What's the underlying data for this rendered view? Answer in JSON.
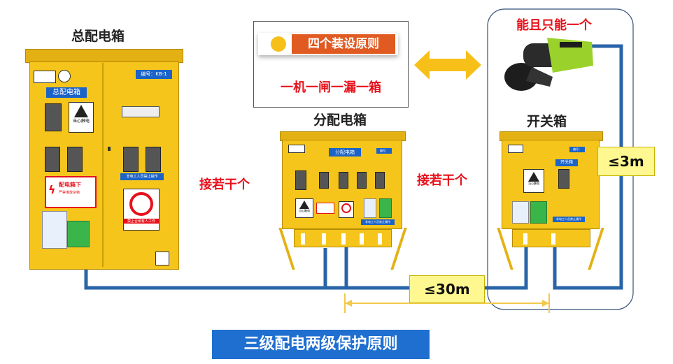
{
  "main_box": {
    "title": "总配电箱"
  },
  "main_cabinet": {
    "brand": "",
    "panel_title": "总配电箱",
    "number_label": "编号：KB-1",
    "warning_label": "当心触电",
    "caution_title": "配电箱下",
    "caution_sub": "严禁堆放杂物",
    "strip_label": "非电工人员禁止操作",
    "no_operate_label": "禁止合闸有人工作",
    "info_title": "",
    "green_label": "",
    "corner_label": ""
  },
  "dist_box": {
    "title": "分配电箱",
    "panel_title": "分配电箱",
    "number_label": "编号：",
    "warning_label": "当心触电",
    "strip_label": "非电工人员禁止操作"
  },
  "switch_box": {
    "title": "开关箱",
    "panel_title": "开关箱",
    "number_label": "编号：",
    "warning_label": "当心触电",
    "strip_label": "非电工人员禁止操作"
  },
  "principle_box": {
    "badge": "四个装设原则",
    "rule": "一机一闸一漏一箱"
  },
  "connect_left": "接若干个",
  "connect_right": "接若干个",
  "tool_note": "能且只能一个",
  "distance_30": "≤30m",
  "distance_3": "≤3m",
  "footer_title": "三级配电两级保护原则",
  "colors": {
    "cabinet": "#f6c51c",
    "cabinet_dark": "#c79700",
    "line": "#2a64a8",
    "arrow": "#f7c019",
    "footer": "#1f6fd0",
    "accent_red": "#e8101b",
    "dim_line": "#f2c94c"
  }
}
